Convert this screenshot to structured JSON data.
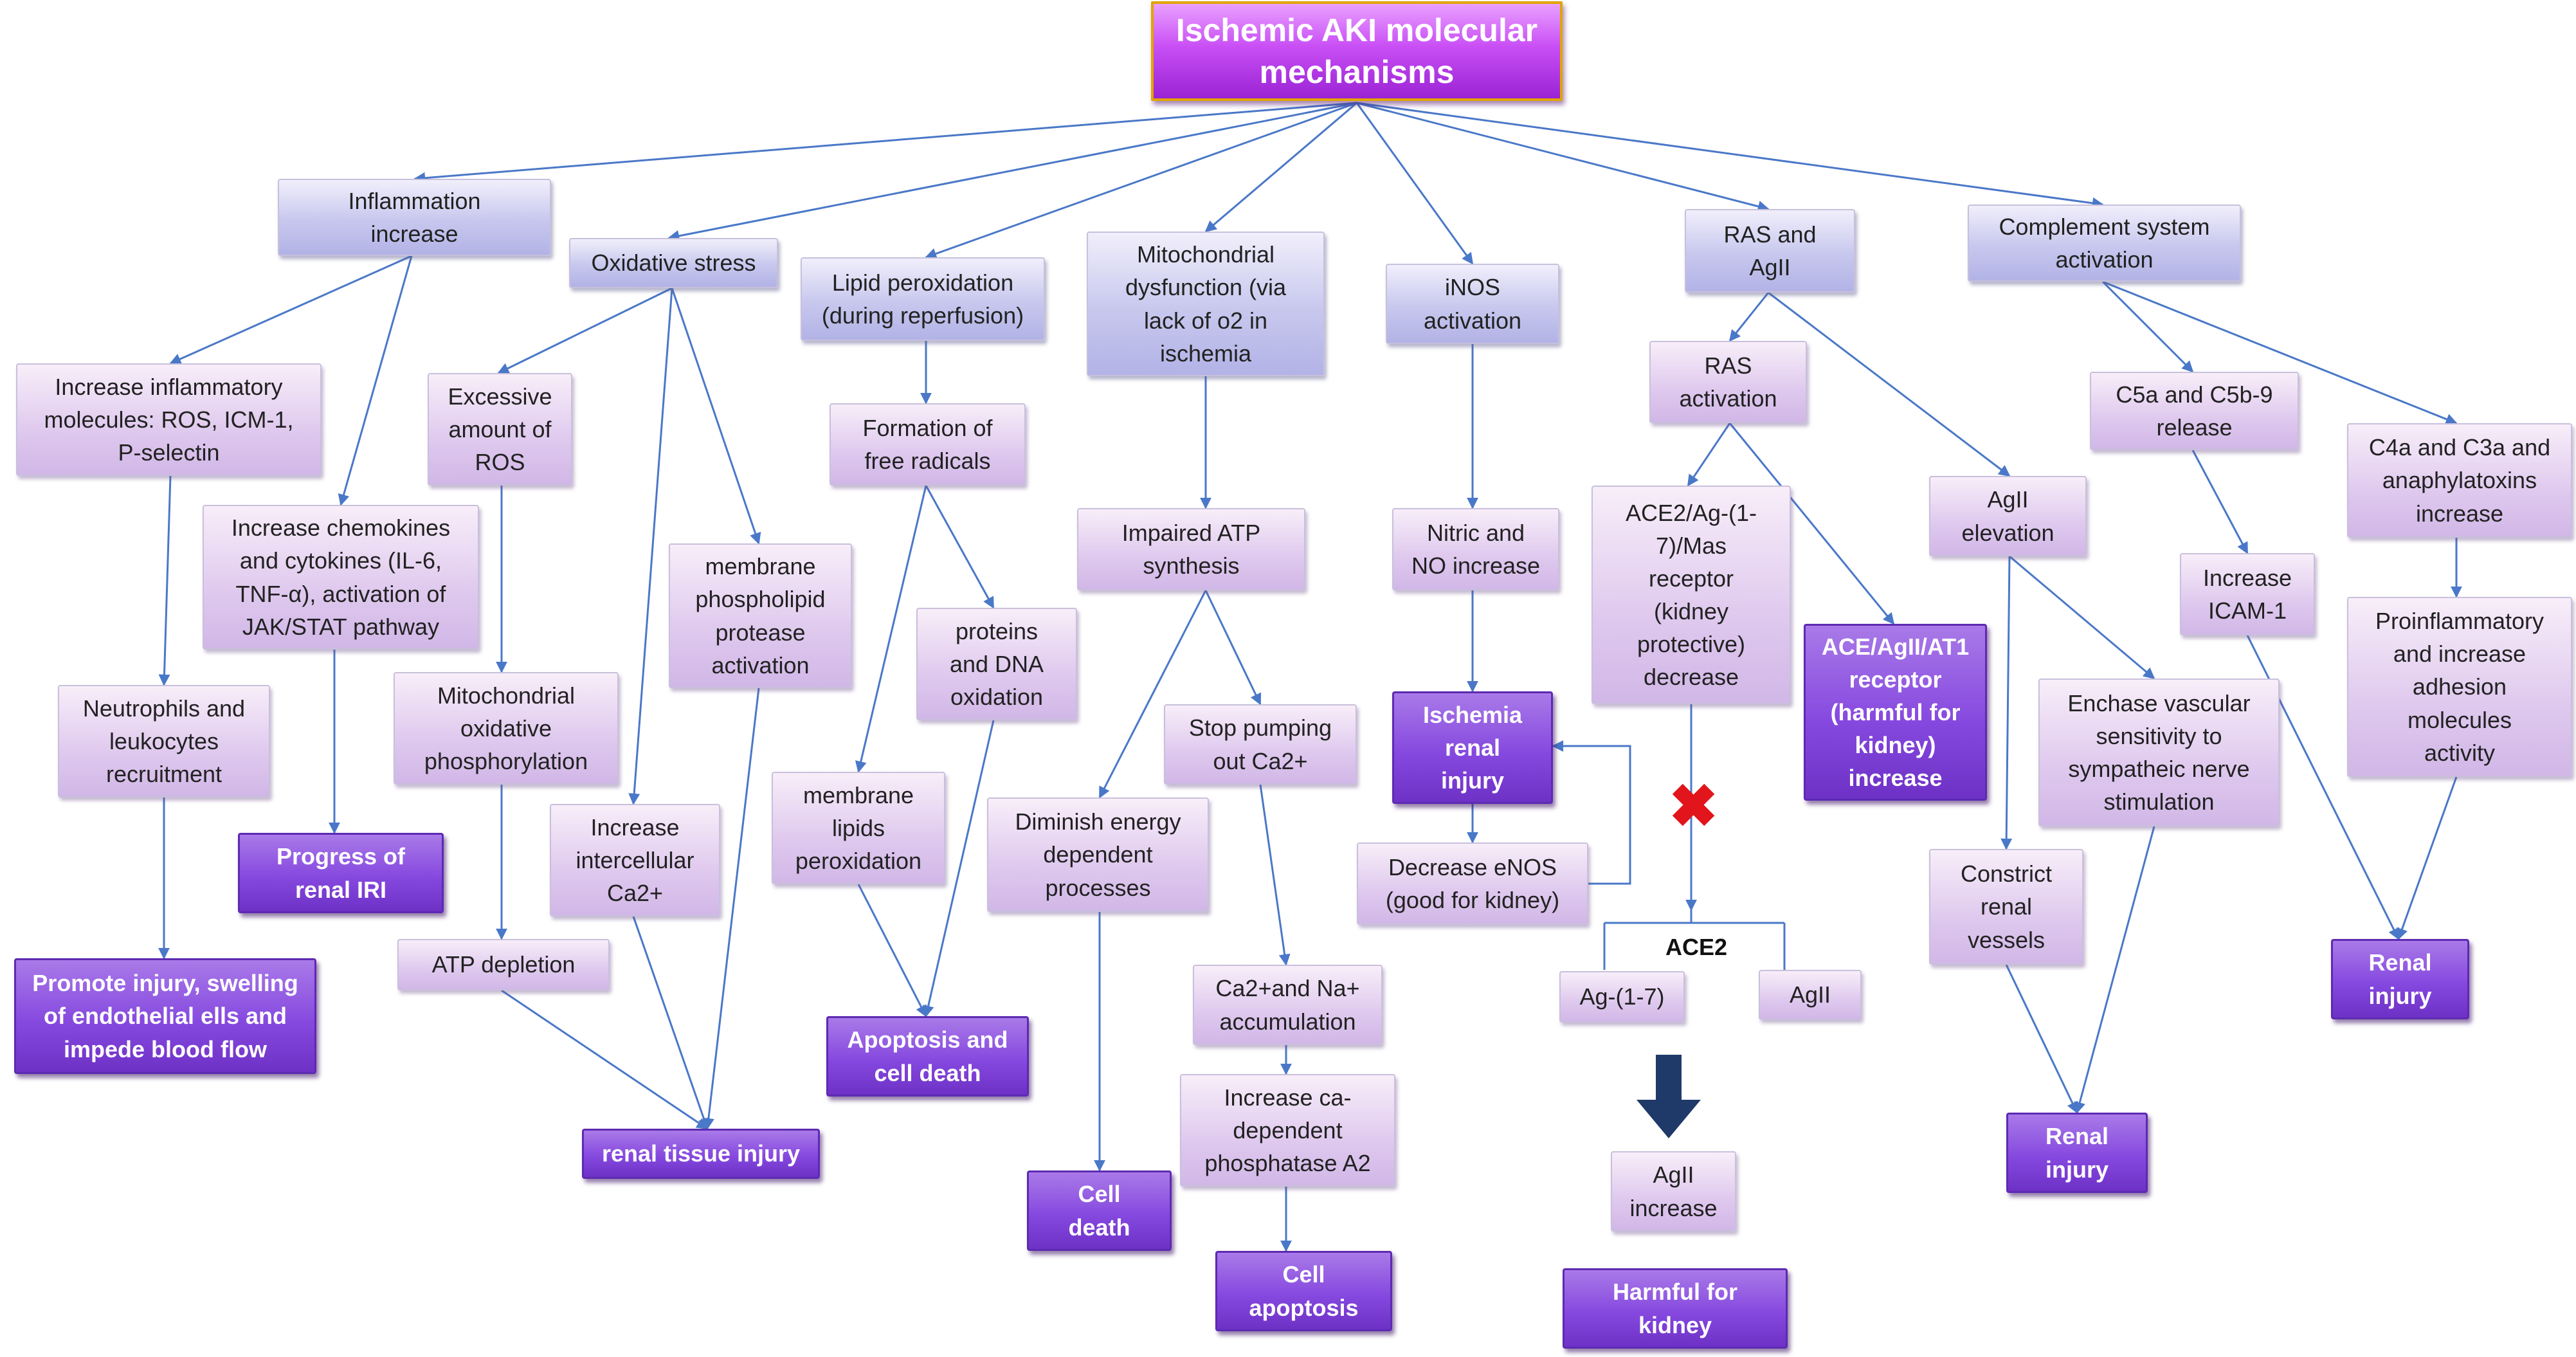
{
  "title": "Ischemic AKI molecular\nmechanisms",
  "nodes": {
    "inflammation": "Inflammation\nincrease",
    "oxidative": "Oxidative stress",
    "lipid": "Lipid peroxidation\n(during reperfusion)",
    "mito": "Mitochondrial\ndysfunction (via\nlack of o2 in\nischemia",
    "inos": "iNOS\nactivation",
    "ras_agii": "RAS and\nAgII",
    "complement": "Complement system\nactivation",
    "inc_inflam_mol": "Increase inflammatory\nmolecules: ROS, ICM-1,\nP-selectin",
    "chemokines": "Increase chemokines\nand cytokines (IL-6,\nTNF-α), activation of\nJAK/STAT pathway",
    "neutrophils": "Neutrophils and\nleukocytes\nrecruitment",
    "progress_iri": "Progress of\nrenal IRI",
    "promote_injury": "Promote injury, swelling\nof endothelial ells and\nimpede blood  flow",
    "excessive_ros": "Excessive\namount of\nROS",
    "mito_oxphos": "Mitochondrial\noxidative\nphosphorylation",
    "atp_depletion": "ATP depletion",
    "membrane_protease": "membrane\nphospholipid\nprotease\nactivation",
    "intercellular_ca": "Increase\nintercellular\nCa2+",
    "renal_tissue_injury": "renal tissue injury",
    "free_radicals": "Formation of\nfree radicals",
    "proteins_dna": "proteins\nand DNA\noxidation",
    "membrane_lipids": "membrane\nlipids\nperoxidation",
    "apoptosis_death": "Apoptosis and\ncell death",
    "impaired_atp": "Impaired ATP\nsynthesis",
    "diminish_energy": "Diminish energy\ndependent\nprocesses",
    "stop_pumping": "Stop pumping\nout Ca2+",
    "cell_death": "Cell\ndeath",
    "ca_na_accum": "Ca2+and Na+\naccumulation",
    "phosphatase": "Increase ca-\ndependent\nphosphatase A2",
    "cell_apoptosis": "Cell\napoptosis",
    "nitric_no": "Nitric and\nNO increase",
    "ischemia_renal": "Ischemia\nrenal\ninjury",
    "decrease_enos": "Decrease eNOS\n(good for kidney)",
    "ras_activation": "RAS\nactivation",
    "ace2_mas": "ACE2/Ag-(1-\n7)/Mas\nreceptor\n(kidney\nprotective)\ndecrease",
    "ace_at1": "ACE/AgII/AT1\nreceptor\n(harmful for\nkidney)\nincrease",
    "ag17": "Ag-(1-7)",
    "agii_small": "AgII",
    "agii_increase": "AgII\nincrease",
    "harmful_kidney": "Harmful for\nkidney",
    "agii_elevation": "AgII\nelevation",
    "constrict_renal": "Constrict\nrenal\nvessels",
    "vascular_sens": "Enchase vascular\nsensitivity to\nsympatheic nerve\nstimulation",
    "renal_injury_mid": "Renal\ninjury",
    "c5a": "C5a and C5b-9\nrelease",
    "c4a": "C4a and C3a and\nanaphylatoxins\nincrease",
    "icam1": "Increase\nICAM-1",
    "proinflam_adhesion": "Proinflammatory\nand increase\nadhesion\nmolecules\nactivity",
    "renal_injury_right": "Renal\ninjury"
  },
  "ace2_label": "ACE2",
  "inhibition_mark": "✖",
  "colors": {
    "arrow": "#4a78c8",
    "title_border": "#e2a400",
    "outcome_fill": "#8649df",
    "big_arrow": "#1f3a68",
    "cross": "#e1151b"
  }
}
